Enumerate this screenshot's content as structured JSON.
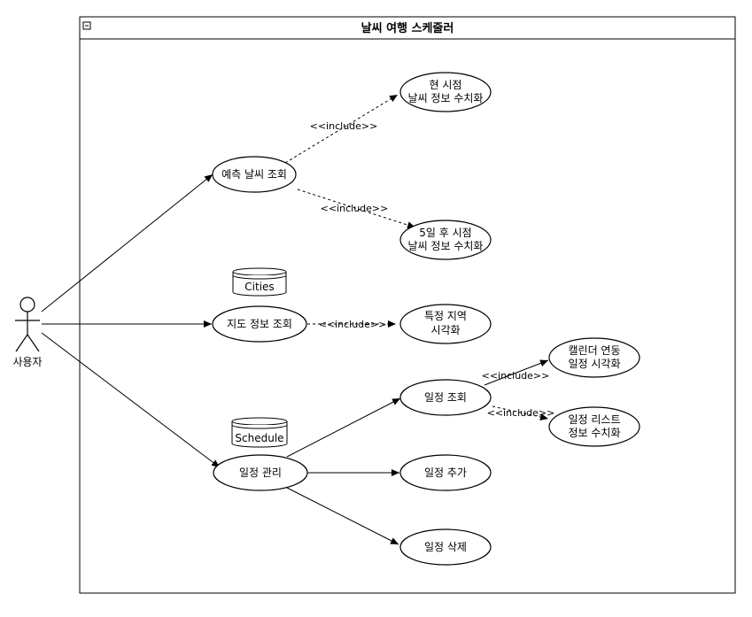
{
  "system": {
    "title": "날씨 여행 스케줄러"
  },
  "actor": {
    "label": "사용자"
  },
  "stereotype": "<<include>>",
  "usecases": {
    "forecast": "예측 날씨 조회",
    "current_line1": "현 시점",
    "current_line2": "날씨 정보 수치화",
    "fiveday_line1": "5일 후 시점",
    "fiveday_line2": "날씨 정보 수치화",
    "map": "지도 정보 조회",
    "region_line1": "특정 지역",
    "region_line2": "시각화",
    "schedule_view": "일정 조회",
    "calendar_line1": "캘린더 연동",
    "calendar_line2": "일정 시각화",
    "list_line1": "일정 리스트",
    "list_line2": "정보 수치화",
    "manage": "일정 관리",
    "add": "일정 추가",
    "delete": "일정 삭제"
  },
  "datastores": {
    "cities": "Cities",
    "schedule": "Schedule"
  }
}
